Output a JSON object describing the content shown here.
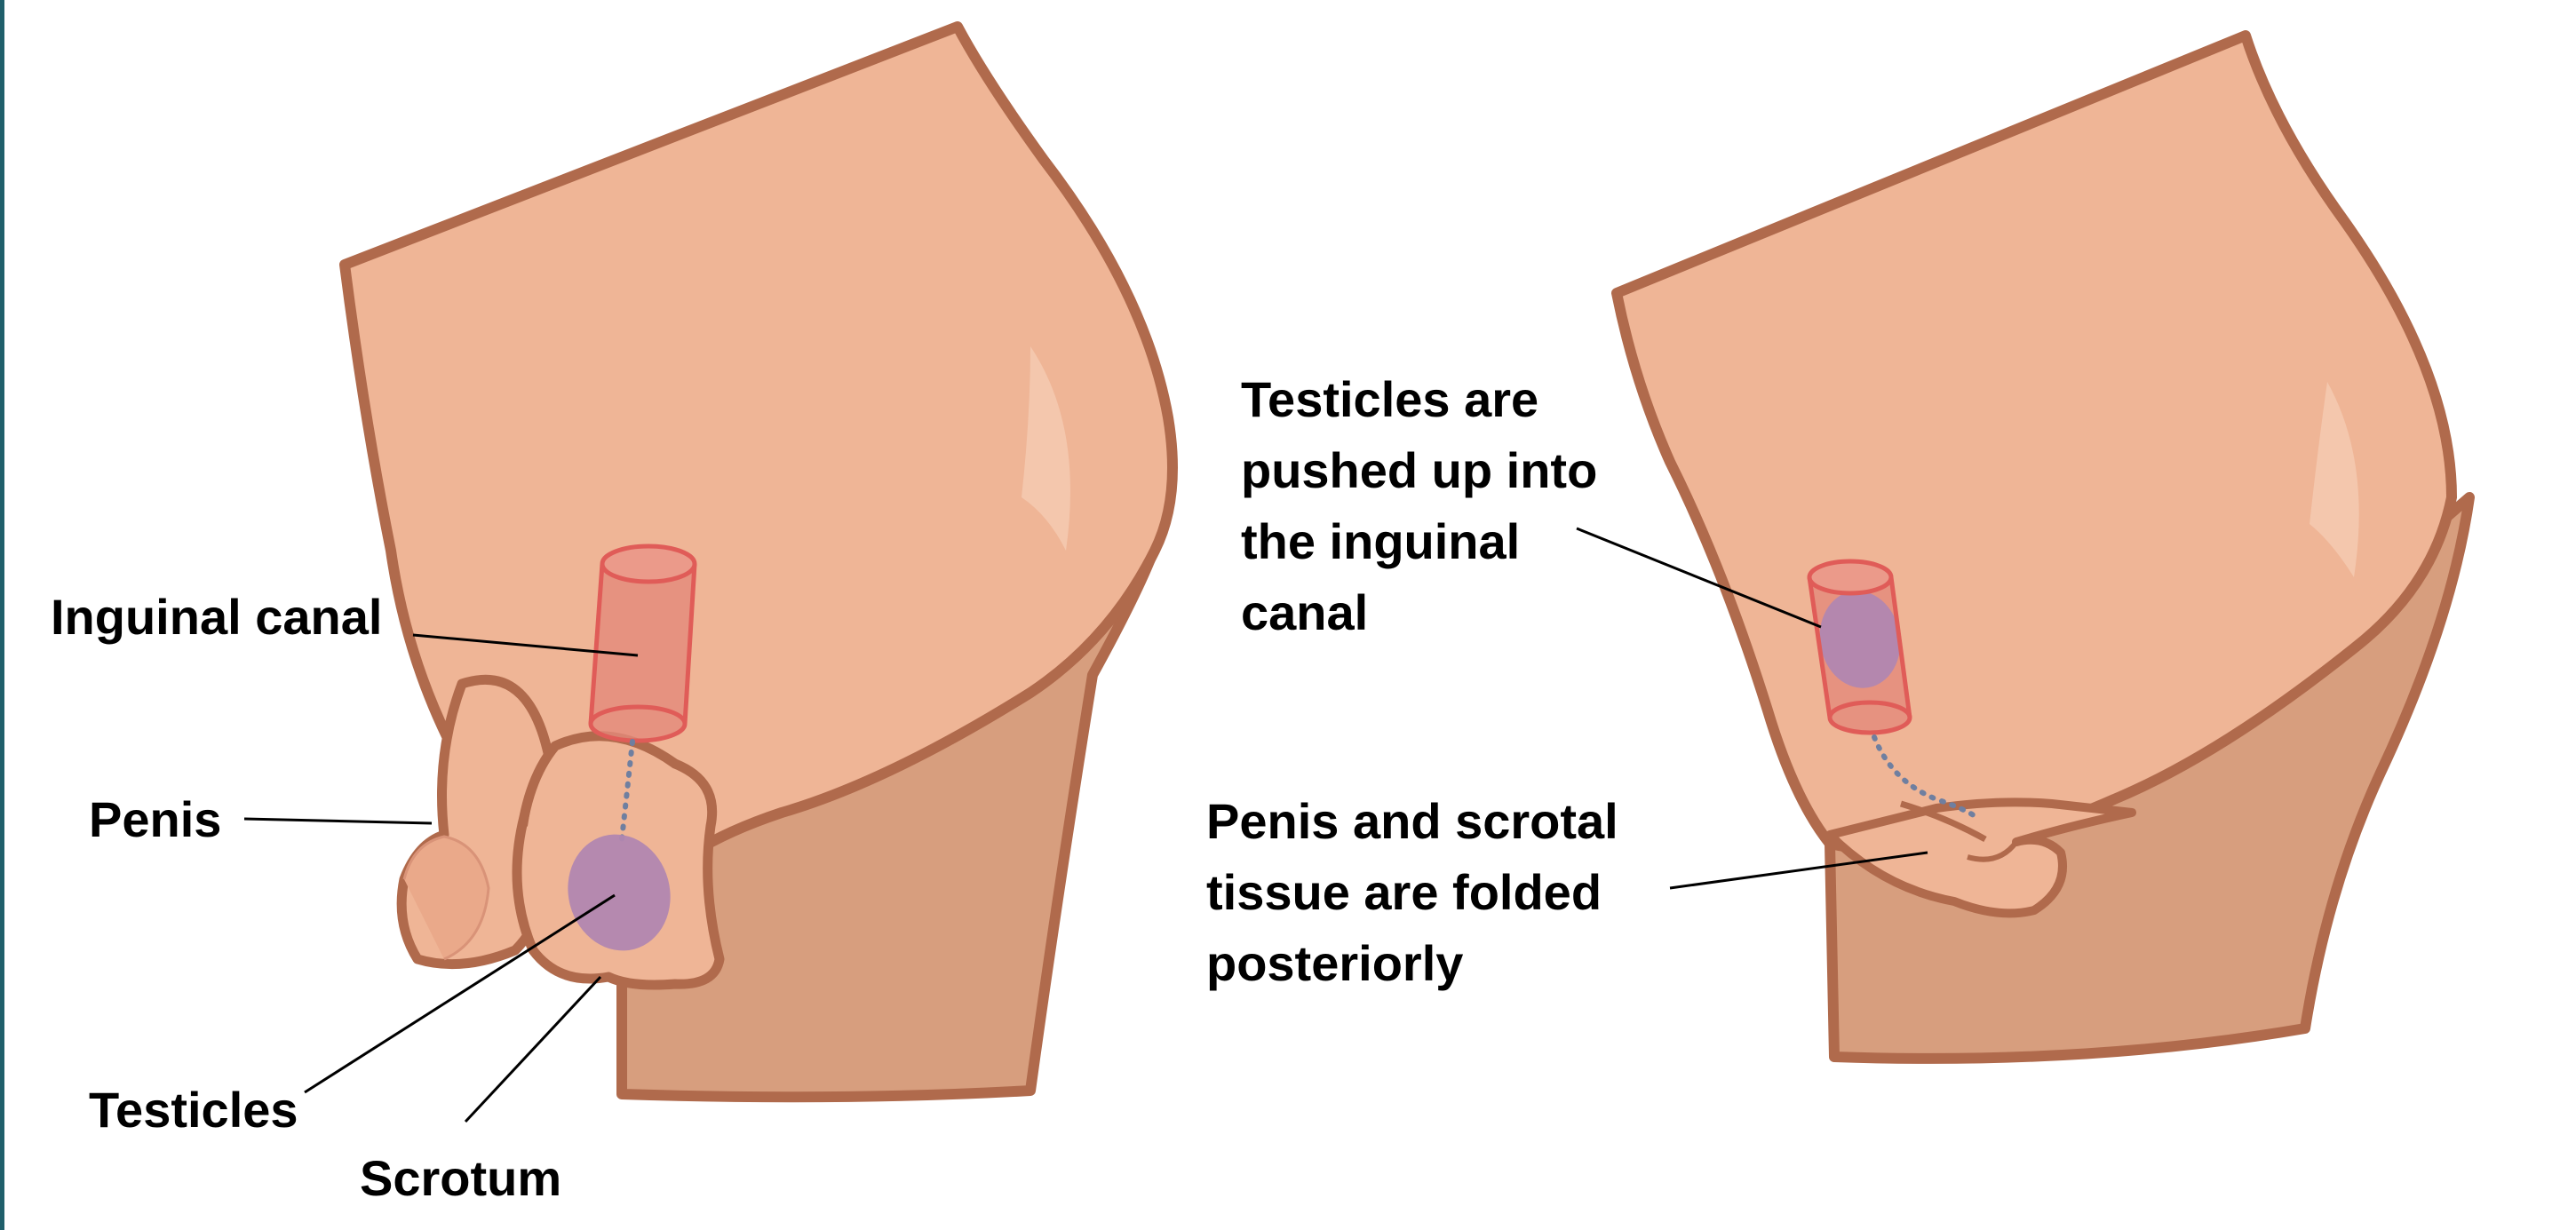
{
  "figure": {
    "panels": [
      {
        "id": "normal",
        "labels": {
          "inguinal_canal": "Inguinal canal",
          "penis": "Penis",
          "testicles": "Testicles",
          "scrotum": "Scrotum"
        }
      },
      {
        "id": "tucked",
        "labels": {
          "testicles_pushed": [
            "Testicles are",
            "pushed up into",
            "the inguinal",
            "canal"
          ],
          "folded": [
            "Penis and scrotal",
            "tissue are folded",
            "posteriorly"
          ]
        }
      }
    ]
  },
  "colors": {
    "skin": "#EFB596",
    "skin_shadow": "#D9A282",
    "thigh": "#D79E7E",
    "outline": "#B06A4C",
    "canal_fill": "#E48A7B",
    "canal_edge": "#E05C58",
    "testicle": "#B187B0",
    "leader_line": "#000000",
    "left_border": "#1F5F6B"
  }
}
